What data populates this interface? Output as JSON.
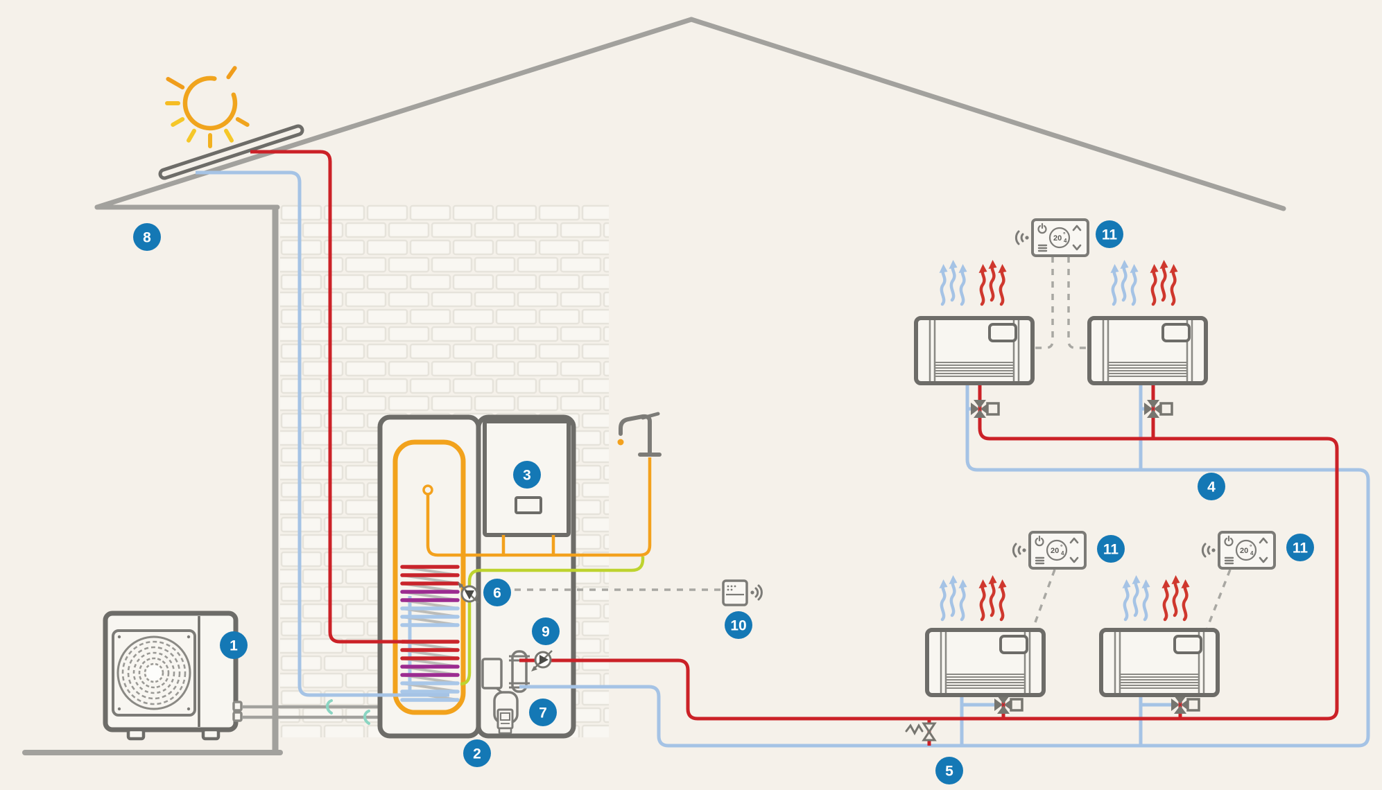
{
  "diagram": {
    "markers": [
      {
        "number": "1"
      },
      {
        "number": "2"
      },
      {
        "number": "3"
      },
      {
        "number": "4"
      },
      {
        "number": "5"
      },
      {
        "number": "6"
      },
      {
        "number": "7"
      },
      {
        "number": "8"
      },
      {
        "number": "9"
      },
      {
        "number": "10"
      },
      {
        "number": "11"
      },
      {
        "number": "11"
      },
      {
        "number": "11"
      }
    ],
    "thermostat": {
      "temperature": "20",
      "degree": "°",
      "decimal": "4"
    },
    "colors": {
      "background": "#f5f1ea",
      "marker_blue": "#1478b5",
      "pipe_red": "#cb2127",
      "pipe_blue": "#a5c3e5",
      "pipe_orange": "#f3a11d",
      "pipe_yellow_green": "#bed32f",
      "coil_purple": "#9b2b90",
      "structure_gray": "#a2a19d",
      "cabinet_gray": "#6d6c68",
      "sun_orange": "#f09d1b",
      "sun_yellow": "#f5c226",
      "teal_clip": "#8ad5c2"
    },
    "icons": {
      "sun": "sun-icon",
      "solar_panel": "solar-panel",
      "wifi": "wifi-signal-icon",
      "power": "power-icon",
      "menu": "menu-icon",
      "chevron_up": "chevron-up-icon",
      "chevron_down": "chevron-down-icon",
      "wireless_gateway": "gateway-icon",
      "faucet": "faucet-icon",
      "water_drop": "water-drop-icon",
      "pump": "pump-icon",
      "zone_valve": "zone-valve-icon",
      "bypass_valve": "bypass-valve-icon"
    }
  }
}
